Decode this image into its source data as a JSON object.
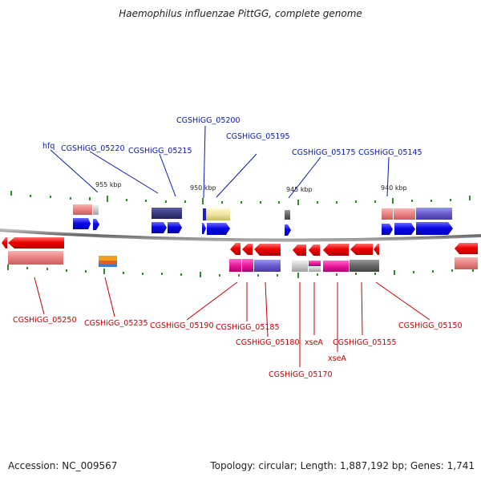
{
  "title": "Haemophilus influenzae PittGG, complete genome",
  "accession": "Accession: NC_009567",
  "summary": "Topology: circular; Length: 1,887,192 bp; Genes: 1,741",
  "scale_labels": [
    "955 kbp",
    "950 kbp",
    "945 kbp",
    "940 kbp"
  ],
  "top_labels": [
    "hfq",
    "CGSHiGG_05220",
    "CGSHiGG_05215",
    "CGSHiGG_05200",
    "CGSHiGG_05195",
    "CGSHiGG_05175",
    "CGSHiGG_05145"
  ],
  "bottom_labels": [
    "CGSHiGG_05250",
    "CGSHiGG_05235",
    "CGSHiGG_05190",
    "CGSHiGG_05185",
    "CGSHiGG_05180",
    "CGSHiGG_05170",
    "xseA",
    "xseA",
    "CGSHiGG_05155",
    "CGSHiGG_05150"
  ],
  "colors": {
    "forward_gene": "#0a0ae8",
    "reverse_gene": "#e60000",
    "top_label": "#0b18a8",
    "bottom_label": "#c00000",
    "backbone": "#777777",
    "tick": "#2e8b2e"
  }
}
